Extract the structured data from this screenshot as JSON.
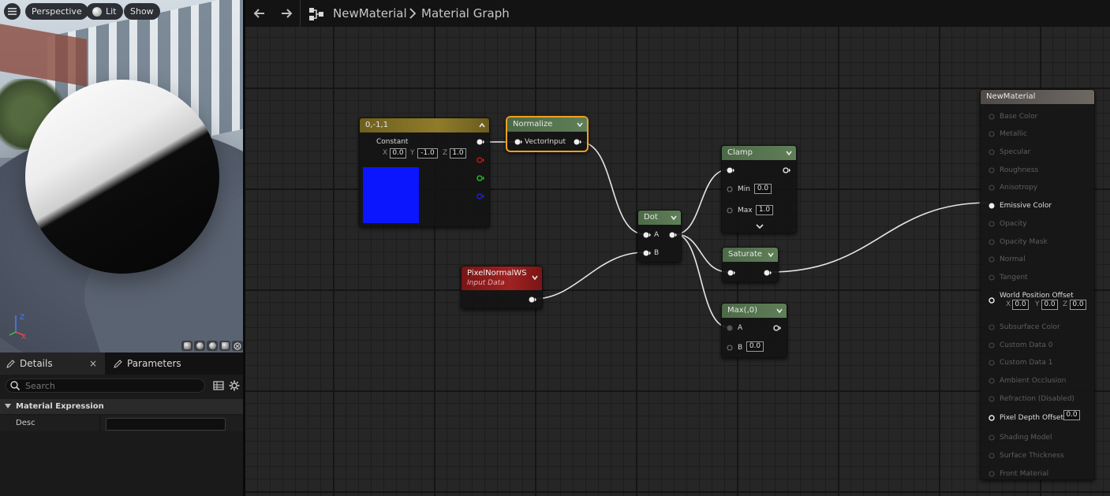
{
  "viewport": {
    "perspective_label": "Perspective",
    "lit_label": "Lit",
    "show_label": "Show",
    "axis_z": "Z",
    "axis_x": "X"
  },
  "details": {
    "tab_details": "Details",
    "tab_close": "×",
    "tab_parameters": "Parameters",
    "search_placeholder": "Search",
    "category": "Material Expression",
    "desc_label": "Desc",
    "desc_value": ""
  },
  "toolbar": {
    "breadcrumb_1": "NewMaterial",
    "breadcrumb_2": "Material Graph"
  },
  "nodes": {
    "constant": {
      "title": "0,-1,1",
      "label": "Constant",
      "x_label": "X",
      "x": "0.0",
      "y_label": "Y",
      "y": "-1.0",
      "z_label": "Z",
      "z": "1.0",
      "swatch_color": "#0b16ff"
    },
    "normalize": {
      "title": "Normalize",
      "input": "VectorInput"
    },
    "dot": {
      "title": "Dot",
      "a": "A",
      "b": "B"
    },
    "clamp": {
      "title": "Clamp",
      "min_label": "Min",
      "min": "0.0",
      "max_label": "Max",
      "max": "1.0"
    },
    "saturate": {
      "title": "Saturate"
    },
    "max": {
      "title": "Max(,0)",
      "a": "A",
      "b_label": "B",
      "b": "0.0"
    },
    "pixel_normal": {
      "title": "PixelNormalWS",
      "subtitle": "Input Data"
    },
    "result": {
      "title": "NewMaterial",
      "pins": [
        {
          "label": "Base Color",
          "active": false
        },
        {
          "label": "Metallic",
          "active": false
        },
        {
          "label": "Specular",
          "active": false
        },
        {
          "label": "Roughness",
          "active": false
        },
        {
          "label": "Anisotropy",
          "active": false
        },
        {
          "label": "Emissive Color",
          "active": true
        },
        {
          "label": "Opacity",
          "active": false
        },
        {
          "label": "Opacity Mask",
          "active": false
        },
        {
          "label": "Normal",
          "active": false
        },
        {
          "label": "Tangent",
          "active": false
        },
        {
          "label": "World Position Offset",
          "active": true
        },
        {
          "label": "Subsurface Color",
          "active": false
        },
        {
          "label": "Custom Data 0",
          "active": false
        },
        {
          "label": "Custom Data 1",
          "active": false
        },
        {
          "label": "Ambient Occlusion",
          "active": false
        },
        {
          "label": "Refraction (Disabled)",
          "active": false
        },
        {
          "label": "Pixel Depth Offset",
          "active": true
        },
        {
          "label": "Shading Model",
          "active": false
        },
        {
          "label": "Surface Thickness",
          "active": false
        },
        {
          "label": "Front Material",
          "active": false
        }
      ],
      "wpo_x_label": "X",
      "wpo_x": "0.0",
      "wpo_y_label": "Y",
      "wpo_y": "0.0",
      "wpo_z_label": "Z",
      "wpo_z": "0.0",
      "pdo_value": "0.0"
    }
  },
  "colors": {
    "constant_header": "#7a6a22",
    "math_header": "#4c6647",
    "input_header": "#8c1a1a",
    "result_header": "#5a5552",
    "selected_outline": "#f0a020",
    "wire": "#e6e6e6"
  }
}
